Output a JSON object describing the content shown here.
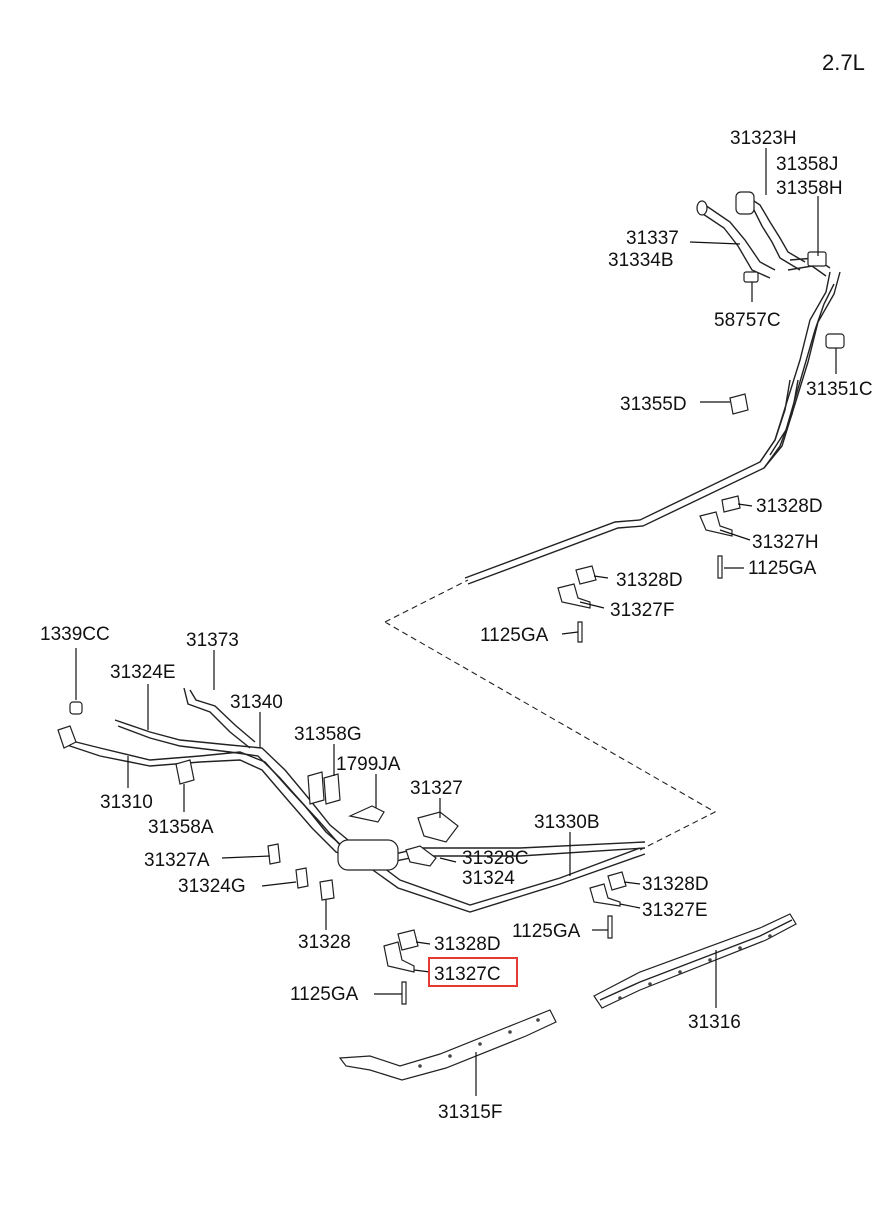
{
  "diagram": {
    "engine_label": "2.7L",
    "highlight_color": "#e53935",
    "labels": {
      "p31323H": "31323H",
      "p31358J": "31358J",
      "p31358H": "31358H",
      "p31337": "31337",
      "p31334B": "31334B",
      "p58757C": "58757C",
      "p31351C": "31351C",
      "p31355D": "31355D",
      "p31328D_a": "31328D",
      "p31327H": "31327H",
      "p1125GA_a": "1125GA",
      "p31328D_b": "31328D",
      "p31327F": "31327F",
      "p1125GA_b": "1125GA",
      "p1339CC": "1339CC",
      "p31373": "31373",
      "p31324E": "31324E",
      "p31340": "31340",
      "p31358G": "31358G",
      "p1799JA": "1799JA",
      "p31327": "31327",
      "p31330B": "31330B",
      "p31310": "31310",
      "p31358A": "31358A",
      "p31327A": "31327A",
      "p31324G": "31324G",
      "p31328C": "31328C",
      "p31324": "31324",
      "p31328": "31328",
      "p31328D_c": "31328D",
      "p31327E": "31327E",
      "p1125GA_c": "1125GA",
      "p31328D_d": "31328D",
      "p31327C": "31327C",
      "p1125GA_d": "1125GA",
      "p31316": "31316",
      "p31315F": "31315F"
    },
    "highlighted_part": "31327C"
  }
}
